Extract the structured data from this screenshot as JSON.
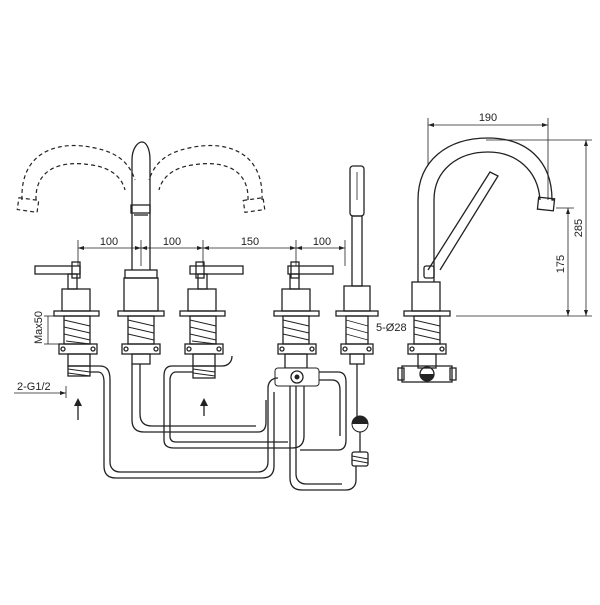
{
  "dimensions": {
    "spacing_1": "100",
    "spacing_2": "100",
    "spacing_3": "150",
    "spacing_4": "100",
    "spout_reach": "190",
    "total_height": "285",
    "spout_height": "175",
    "max_deck": "Max50",
    "hole_dia": "5-Ø28",
    "connection": "2-G1/2"
  }
}
